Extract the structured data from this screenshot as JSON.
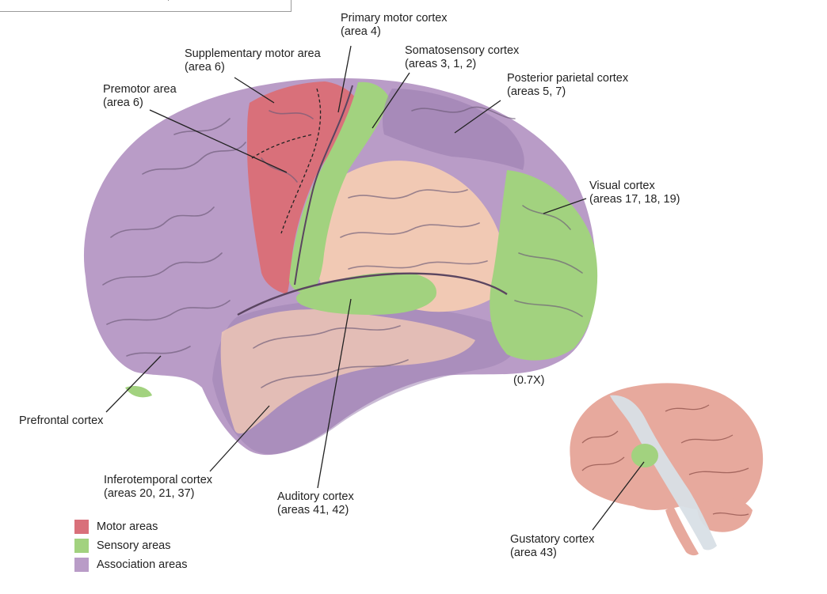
{
  "colors": {
    "motor": "#d9707a",
    "sensory": "#a2d27f",
    "association": "#b99cc7",
    "association_dark": "#9f83b3",
    "other": "#f1c9b4",
    "inset_brain": "#e7a99d",
    "inset_band": "#d8dfe6"
  },
  "labels": {
    "primary_motor": [
      "Primary motor cortex",
      "(area 4)"
    ],
    "supplementary_motor": [
      "Supplementary motor area",
      "(area 6)"
    ],
    "somatosensory": [
      "Somatosensory cortex",
      "(areas 3, 1, 2)"
    ],
    "premotor": [
      "Premotor area",
      "(area 6)"
    ],
    "posterior_parietal": [
      "Posterior parietal cortex",
      "(areas 5, 7)"
    ],
    "visual": [
      "Visual cortex",
      "(areas 17, 18, 19)"
    ],
    "prefrontal": [
      "Prefrontal cortex"
    ],
    "inferotemporal": [
      "Inferotemporal cortex",
      "(areas 20, 21, 37)"
    ],
    "auditory": [
      "Auditory cortex",
      "(areas 41, 42)"
    ],
    "gustatory": [
      "Gustatory cortex",
      "(area 43)"
    ],
    "scale": "(0.7X)"
  },
  "legend": [
    {
      "label": "Motor areas",
      "color": "#d9707a"
    },
    {
      "label": "Sensory areas",
      "color": "#a2d27f"
    },
    {
      "label": "Association areas",
      "color": "#b99cc7"
    }
  ]
}
